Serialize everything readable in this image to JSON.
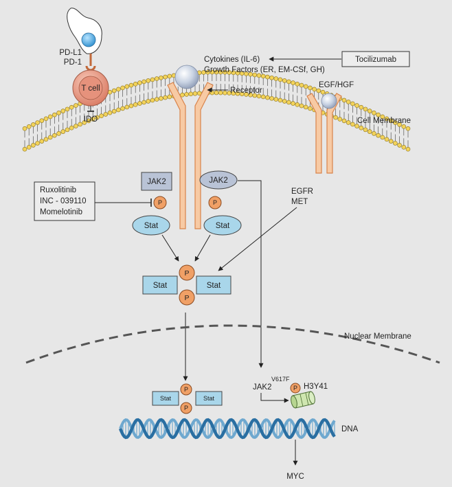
{
  "colors": {
    "background": "#e7e7e7",
    "receptor_fill": "#f7caa4",
    "receptor_stroke": "#d9834a",
    "p_fill": "#f0a066",
    "stat_box_fill": "#a9d6ea",
    "stat_ellipse_fill": "#a9d6ea",
    "jak_box_fill": "#b9c3d6",
    "membrane_dot": "#f3d35a",
    "dna_dark": "#2a6fa2",
    "dna_light": "#6ea8cf",
    "t_cell": "#e79b86",
    "arrow": "#222222"
  },
  "labels": {
    "pd_l1": "PD-L1",
    "pd_1": "PD-1",
    "t_cell": "T cell",
    "ido": "IDO",
    "cytokines": "Cytokines (IL-6)",
    "growth_factors": "Growth Factors (ER, EM-CSf, GH)",
    "tocilizumab": "Tocilizumab",
    "receptor": "Receptor",
    "egf_hgf": "EGF/HGF",
    "cell_membrane": "Cell Membrane",
    "jak2_box": "JAK2",
    "jak2_oval": "JAK2",
    "p": "P",
    "stat": "Stat",
    "egfr": "EGFR",
    "met": "MET",
    "inhibitors": [
      "Ruxolitinib",
      "INC - 039110",
      "Momelotinib"
    ],
    "nuclear_membrane": "Nuclear Membrane",
    "jak2_nuclear": "JAK2",
    "v617f": "V617F",
    "h3y41": "H3Y41",
    "dna": "DNA",
    "myc": "MYC"
  }
}
